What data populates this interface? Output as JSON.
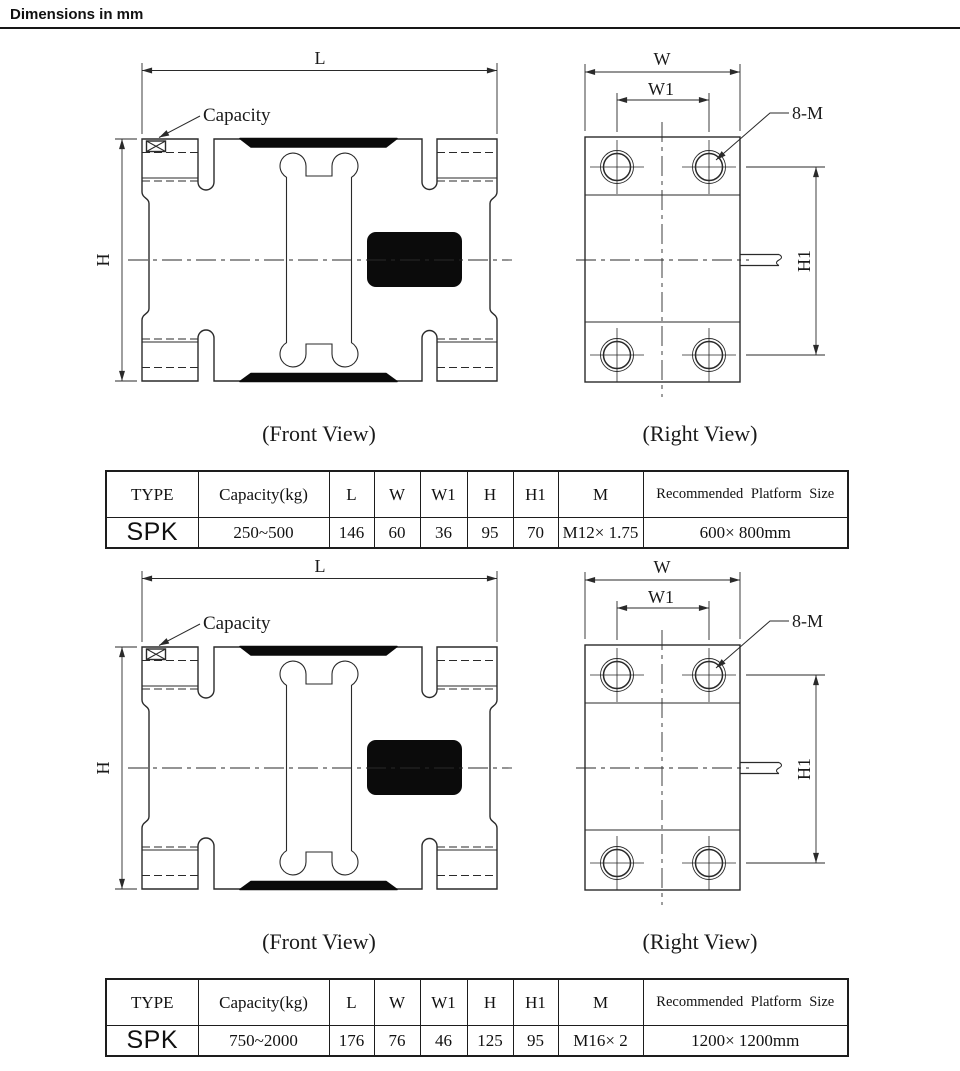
{
  "header": {
    "title": "Dimensions in mm"
  },
  "drawings": {
    "front_caption": "(Front View)",
    "right_caption": "(Right View)",
    "labels": {
      "length": "L",
      "height": "H",
      "capacity": "Capacity",
      "width": "W",
      "width1": "W1",
      "height1": "H1",
      "bolt_spec": "8-M"
    }
  },
  "tables": [
    {
      "headers": [
        "TYPE",
        "Capacity(kg)",
        "L",
        "W",
        "W1",
        "H",
        "H1",
        "M",
        "Recommended Platform Size"
      ],
      "row": [
        "SPK",
        "250~500",
        "146",
        "60",
        "36",
        "95",
        "70",
        "M12× 1.75",
        "600× 800mm"
      ]
    },
    {
      "headers": [
        "TYPE",
        "Capacity(kg)",
        "L",
        "W",
        "W1",
        "H",
        "H1",
        "M",
        "Recommended Platform Size"
      ],
      "row": [
        "SPK",
        "750~2000",
        "176",
        "76",
        "46",
        "125",
        "95",
        "M16× 2",
        "1200× 1200mm"
      ]
    }
  ],
  "colors": {
    "ink": "#2a2a2a",
    "paper": "#ffffff",
    "fill_black": "#0b0b0b"
  }
}
